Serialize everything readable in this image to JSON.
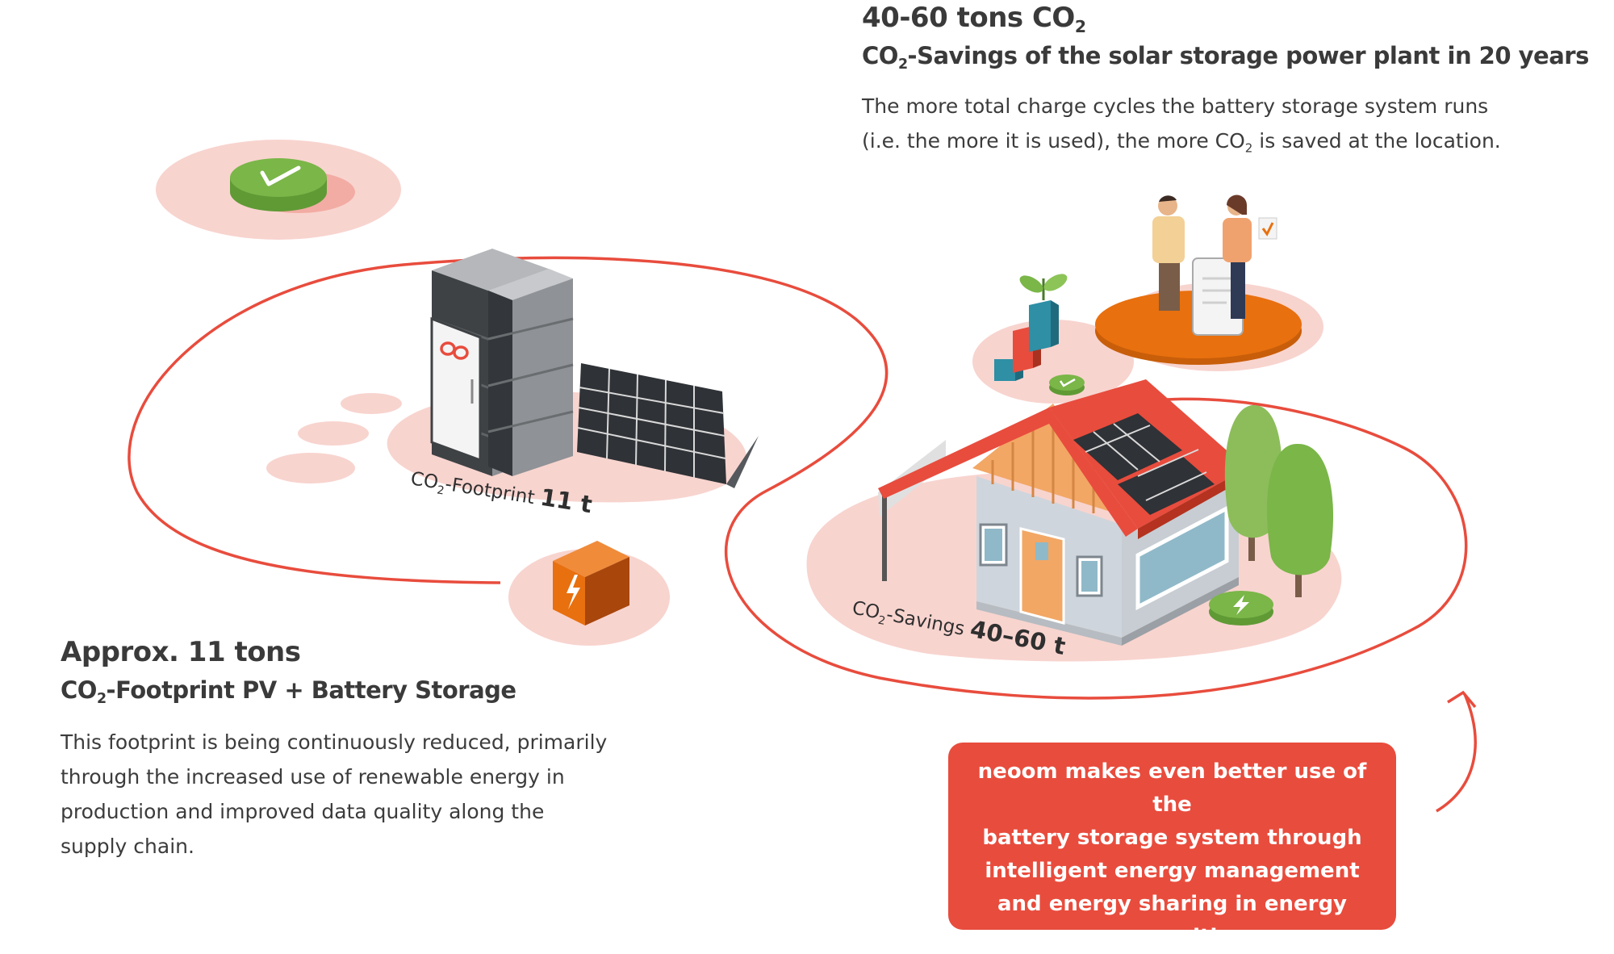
{
  "top_right": {
    "headline_prefix": "40-60 tons CO",
    "headline_sub": "2",
    "subheadline_prefix": "CO",
    "subheadline_sub": "2",
    "subheadline_rest": "-Savings of the solar storage power plant in 20 years",
    "body_line1": "The more total charge cycles the battery storage system runs",
    "body_line2_a": "(i.e. the more it is used), the more CO",
    "body_line2_sub": "2",
    "body_line2_b": " is saved at the location."
  },
  "bottom_left": {
    "headline": "Approx. 11 tons",
    "subheadline_prefix": "CO",
    "subheadline_sub": "2",
    "subheadline_rest": "-Footprint PV + Battery Storage",
    "body_lines": [
      "This footprint is being continuously reduced, primarily",
      "through the increased use of renewable energy in",
      "production and improved data quality along the",
      "supply chain."
    ]
  },
  "labels": {
    "footprint_prefix": "CO",
    "footprint_sub": "2",
    "footprint_mid": "-Footprint ",
    "footprint_value": "11 t",
    "savings_prefix": "CO",
    "savings_sub": "2",
    "savings_mid": "-Savings ",
    "savings_value": "40–60 t"
  },
  "callout": {
    "lines": [
      "neoom makes even better use of the",
      "battery storage system through",
      "intelligent energy management",
      "and energy sharing in energy",
      "communities."
    ]
  },
  "colors": {
    "accent_red": "#e84c3d",
    "pink_shadow": "#f7d2cd",
    "orange": "#e8700e",
    "green": "#7ab648",
    "teal": "#2e8fa5"
  },
  "icons": {
    "check_badge": "check-icon",
    "lightning_box": "lightning-icon",
    "lightning_badge": "lightning-icon",
    "brand_logo": "infinity-logo-icon"
  }
}
